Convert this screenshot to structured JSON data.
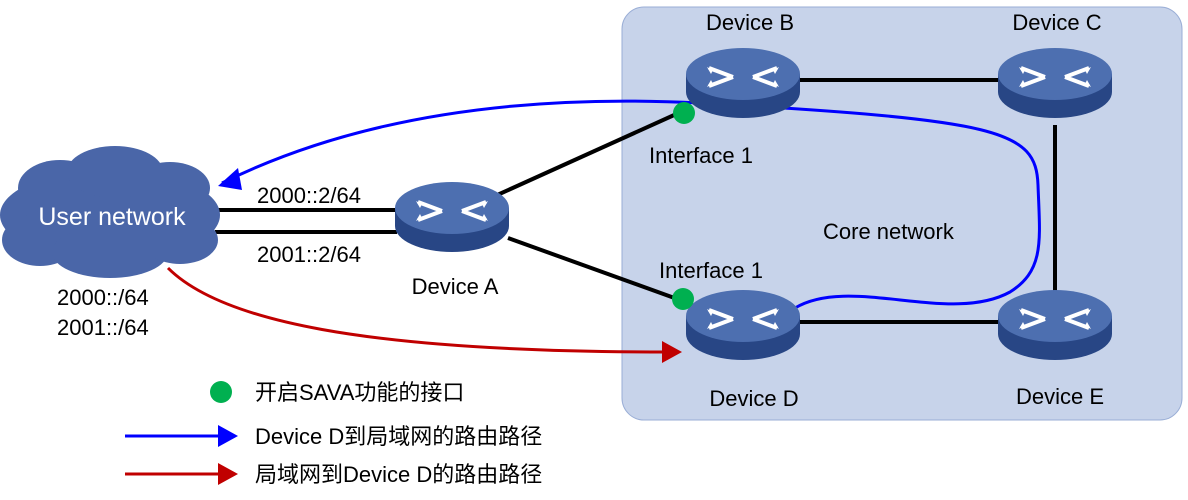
{
  "colors": {
    "core_area": "#c7d3ea",
    "core_border": "#9aaed6",
    "device_fill": "#4d6fb0",
    "device_dark": "#284685",
    "cloud_fill": "#4a66a8",
    "link": "#000000",
    "blue_path": "#0000ff",
    "red_path": "#c00000",
    "sava_dot": "#00b050"
  },
  "areas": {
    "core": "Core network"
  },
  "cloud": {
    "label": "User network",
    "prefix1": "2000::/64",
    "prefix2": "2001::/64"
  },
  "devices": {
    "a": {
      "name": "Device A"
    },
    "b": {
      "name": "Device B"
    },
    "c": {
      "name": "Device C"
    },
    "d": {
      "name": "Device D"
    },
    "e": {
      "name": "Device E"
    }
  },
  "links": {
    "addr1": "2000::2/64",
    "addr2": "2001::2/64"
  },
  "interfaces": {
    "b_if": "Interface 1",
    "d_if": "Interface 1"
  },
  "legend": {
    "sava": "开启SAVA功能的接口",
    "blue": "Device D到局域网的路由路径",
    "red": "局域网到Device D的路由路径"
  }
}
